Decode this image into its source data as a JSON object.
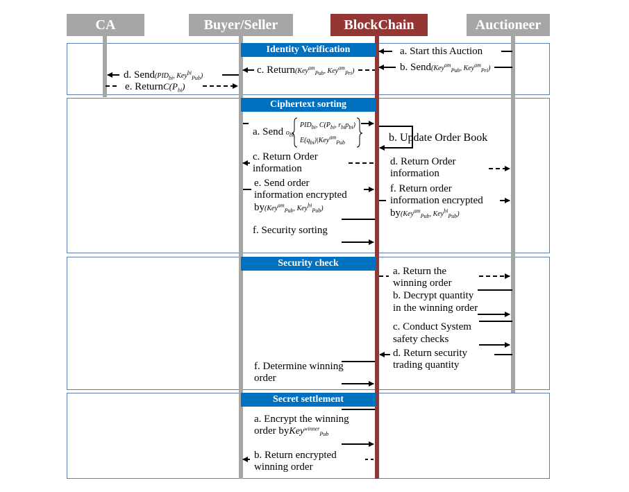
{
  "actors": {
    "ca": "CA",
    "buyer_seller": "Buyer/Seller",
    "blockchain": "BlockChain",
    "auctioneer": "Auctioneer"
  },
  "sections": {
    "identity": {
      "title": "Identity Verification",
      "a": "a. Start this Auction",
      "b": "b. Send",
      "c": "c. Return",
      "d": "d. Send",
      "e": "e. Return"
    },
    "ciphertext": {
      "title": "Ciphertext sorting",
      "a": "a. Send",
      "b": "b. Update Order Book",
      "c1": "c. Return Order",
      "c2": "information",
      "d1": "d. Return Order",
      "d2": "information",
      "e1": "e. Send order",
      "e2": "information encrypted",
      "e3": "by",
      "f1": "f. Return order",
      "f2": "information encrypted",
      "f3": "by",
      "g": "f. Security sorting"
    },
    "security": {
      "title": "Security check",
      "a1": "a. Return the",
      "a2": "winning order",
      "b1": "b. Decrypt quantity",
      "b2": "in the winning order",
      "c1": "c. Conduct System",
      "c2": "safety checks",
      "d1": "d. Return  security",
      "d2": "trading quantity",
      "f1": "f. Determine winning",
      "f2": "order"
    },
    "settlement": {
      "title": "Secret settlement",
      "a1": "a. Encrypt the winning",
      "a2": "order  by",
      "b1": "b. Return encrypted",
      "b2": "winning order"
    }
  }
}
